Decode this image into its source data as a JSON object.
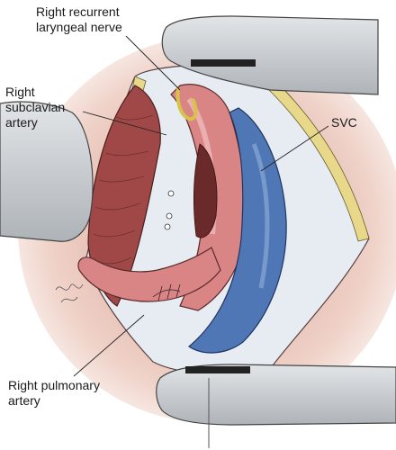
{
  "labels": {
    "right_recurrent_laryngeal_nerve": {
      "line1": "Right recurrent",
      "line2": "laryngeal nerve"
    },
    "right_subclavian_artery": {
      "line1": "Right",
      "line2": "subclavian",
      "line3": "artery"
    },
    "svc": {
      "text": "SVC"
    },
    "right_pulmonary_artery": {
      "line1": "Right pulmonary",
      "line2": "artery"
    }
  },
  "colors": {
    "background_tissue": "#e8b8a8",
    "artery_pink": "#d98585",
    "svc_blue": "#4f77b5",
    "fat_yellow": "#e8d88a",
    "retractor_gray": "#c9cdd1",
    "lung_red": "#a04848",
    "pleura": "#e6eef5"
  }
}
